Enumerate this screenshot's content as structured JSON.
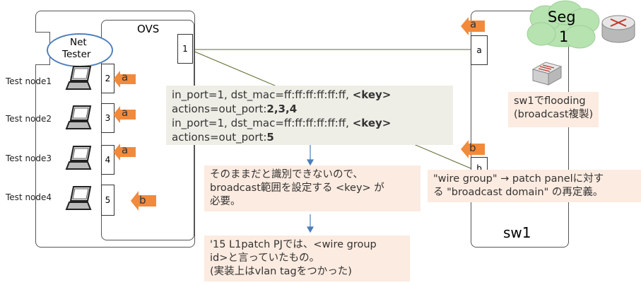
{
  "ovs": {
    "title": "OVS",
    "ports": [
      "1",
      "2",
      "3",
      "4",
      "5"
    ]
  },
  "net_tester": {
    "label_line1": "Net",
    "label_line2": "Tester"
  },
  "test_nodes": [
    "Test node1",
    "Test node2",
    "Test node3",
    "Test node4"
  ],
  "packets": {
    "a": "a",
    "b": "b"
  },
  "sw1": {
    "label": "sw1",
    "port_a": "a",
    "port_b": "b"
  },
  "seg": {
    "line1": "Seg",
    "line2": "1"
  },
  "flow_rules": {
    "line1_prefix": "in_port=1, dst_mac=ff:ff:ff:ff:ff:ff, ",
    "line1_key": "<key>",
    "line2_prefix": "actions=out_port:",
    "line2_ports": "2,3,4",
    "line3_prefix": "in_port=1, dst_mac=ff:ff:ff:ff:ff:ff, ",
    "line3_key": "<key>",
    "line4_prefix": "actions=out_port:",
    "line4_ports": "5"
  },
  "notes": {
    "flooding_line1": "sw1でflooding",
    "flooding_line2": "(broadcast複製)",
    "need_key_line1": "そのままだと識別できないので、",
    "need_key_line2": "broadcast範囲を設定する <key> が",
    "need_key_line3": "必要。",
    "wire_group_line1": "\"wire group\" → patch panelに対す",
    "wire_group_line2": "る \"broadcast domain\" の再定義。",
    "l1patch_line1": "'15 L1patch PJでは、<wire group",
    "l1patch_line2": "id>と言っていたもの。",
    "l1patch_line3": "(実装上はvlan tagをつかった)"
  },
  "colors": {
    "arrow": "#f28a3c",
    "link_line": "#5b6b2e",
    "blue_arrow": "#4a7ebb",
    "tester_ellipse": "#4f81bd"
  }
}
